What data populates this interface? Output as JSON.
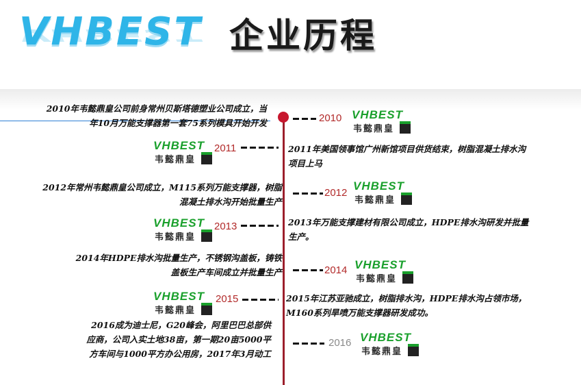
{
  "header": {
    "brand": "VHBEST",
    "title": "企业历程"
  },
  "timeline": [
    {
      "year": "2010",
      "text_lines": [
        "2010年韦懿鼎皇公司前身常州贝斯塔德塑业公司成立，当",
        "年10月万能支撑器第一套75系列模具开始开发"
      ]
    },
    {
      "year": "2011",
      "text_lines": [
        "2011年美国领事馆广州新馆项目供货结束，树脂混凝土排水沟",
        "项目上马"
      ]
    },
    {
      "year": "2012",
      "text_lines": [
        "2012年常州韦懿鼎皇公司成立，M115系列万能支撑器，树脂",
        "混凝土排水沟开始批量生产"
      ]
    },
    {
      "year": "2013",
      "text_lines": [
        "2013年万能支撑建材有限公司成立，HDPE排水沟研发并批量",
        "生产。"
      ]
    },
    {
      "year": "2014",
      "text_lines": [
        "2014年HDPE排水沟批量生产，不锈钢沟盖板，铸铁",
        "盖板生产车间成立并批量生产"
      ]
    },
    {
      "year": "2015",
      "text_lines": [
        "2015年江苏亚驰成立，树脂排水沟，HDPE排水沟占领市场，",
        "M160系列旱喷万能支撑器研发成功。"
      ]
    },
    {
      "year": "2016",
      "text_lines": [
        "2016成为迪士尼，G20峰会，阿里巴巴总部供",
        "应商，公司入实土地38亩，第一期20亩5000平",
        "方车间与1000平方办公用房，2017年3月动工"
      ]
    }
  ],
  "logo": {
    "en": "VHBEST",
    "cn": "韦懿鼎皇"
  },
  "colors": {
    "brand_blue": "#2fb5e8",
    "axis_red": "#9c1f2c",
    "logo_green": "#1aa02c",
    "year_red": "#b22a2a"
  }
}
